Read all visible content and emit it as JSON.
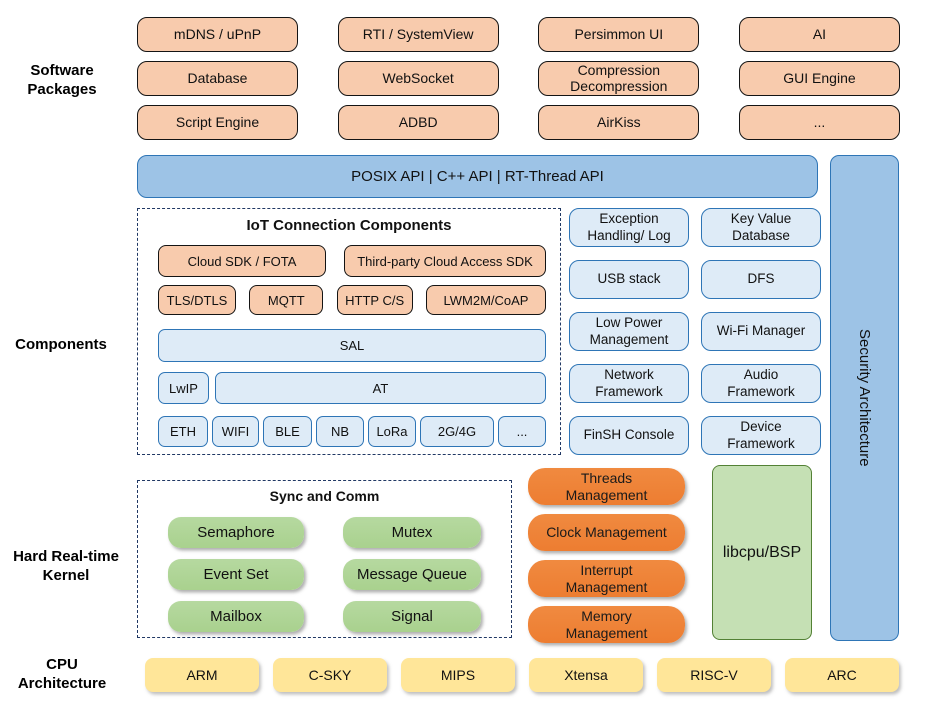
{
  "side_labels": {
    "software_packages": "Software\nPackages",
    "components": "Components",
    "kernel": "Hard Real-time\nKernel",
    "cpu": "CPU\nArchitecture"
  },
  "packages": {
    "items": [
      "mDNS / uPnP",
      "RTI / SystemView",
      "Persimmon UI",
      "AI",
      "Database",
      "WebSocket",
      "Compression\nDecompression",
      "GUI Engine",
      "Script Engine",
      "ADBD",
      "AirKiss",
      "..."
    ]
  },
  "api_bar": {
    "label": "POSIX API  |  C++ API  |  RT-Thread API"
  },
  "iot": {
    "title": "IoT Connection Components",
    "cloud_sdk": "Cloud SDK / FOTA",
    "third_party": "Third-party Cloud Access SDK",
    "protocols": [
      "TLS/DTLS",
      "MQTT",
      "HTTP C/S",
      "LWM2M/CoAP"
    ],
    "sal": "SAL",
    "lwip": "LwIP",
    "at": "AT",
    "links": [
      "ETH",
      "WIFI",
      "BLE",
      "NB",
      "LoRa",
      "2G/4G",
      "..."
    ]
  },
  "components_grid": {
    "items": [
      "Exception\nHandling/ Log",
      "Key Value\nDatabase",
      "USB stack",
      "DFS",
      "Low Power\nManagement",
      "Wi-Fi Manager",
      "Network\nFramework",
      "Audio\nFramework",
      "FinSH Console",
      "Device\nFramework"
    ]
  },
  "security": {
    "label": "Security Architecture"
  },
  "kernel": {
    "sync_title": "Sync and Comm",
    "sync_items": [
      "Semaphore",
      "Mutex",
      "Event Set",
      "Message Queue",
      "Mailbox",
      "Signal"
    ],
    "mgmt_items": [
      "Threads\nManagement",
      "Clock Management",
      "Interrupt\nManagement",
      "Memory\nManagement"
    ],
    "libcpu": "libcpu/BSP"
  },
  "cpu": {
    "items": [
      "ARM",
      "C-SKY",
      "MIPS",
      "Xtensa",
      "RISC-V",
      "ARC"
    ]
  },
  "colors": {
    "package_fill": "#F8CBAD",
    "accent_orange": "#ED7D31",
    "api_fill": "#9DC3E6",
    "component_fill": "#DEEBF7",
    "blue_border": "#2E75B6",
    "dash_border": "#203864",
    "kernel_green": "#A9D18E",
    "libcpu_fill": "#C5E0B4",
    "libcpu_border": "#538135",
    "cpu_yellow": "#FFE699"
  }
}
